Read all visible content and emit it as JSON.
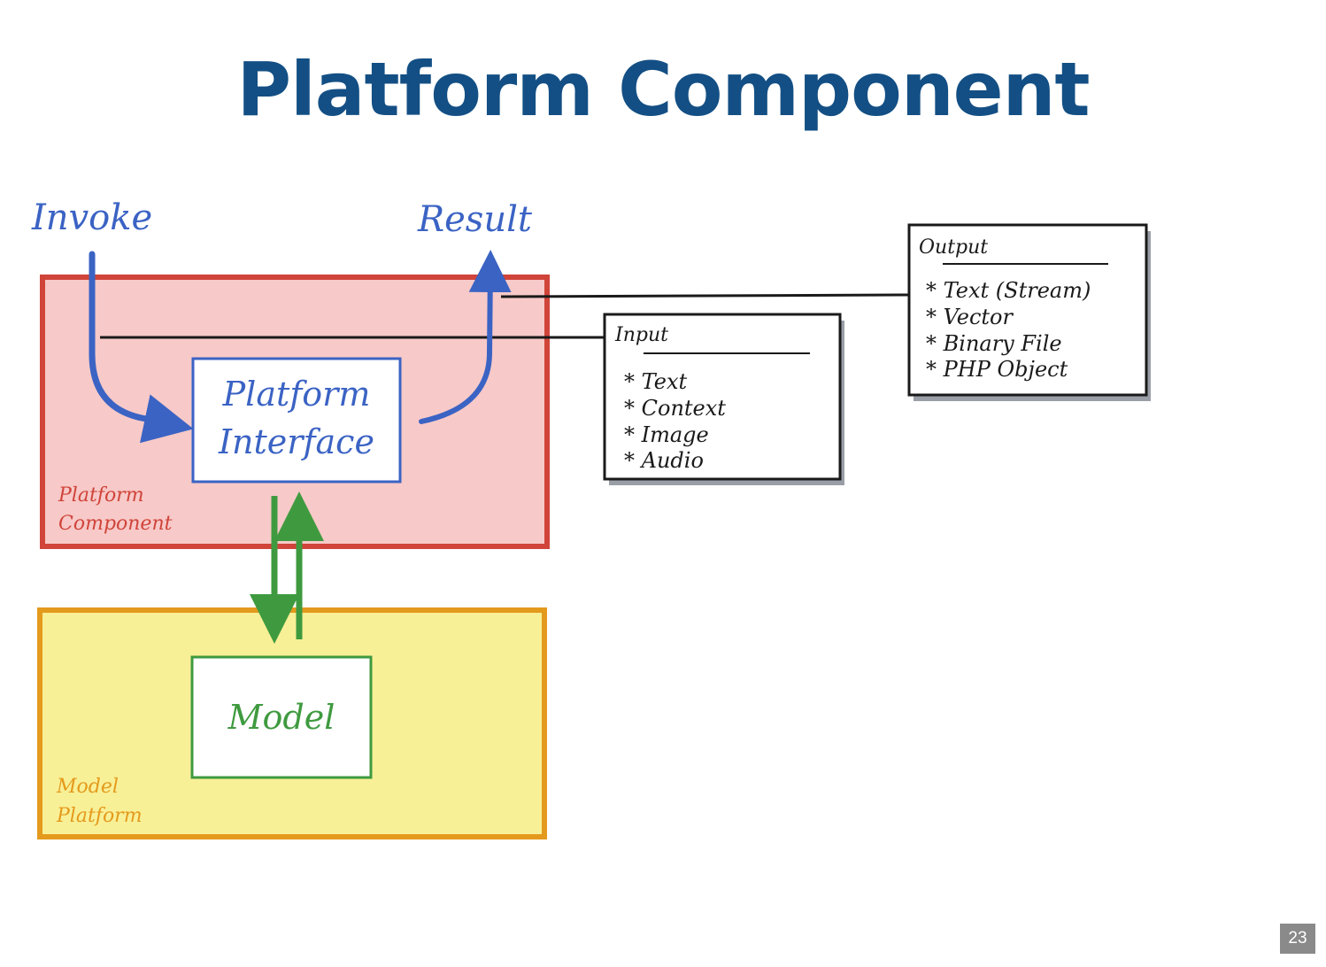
{
  "slide": {
    "title": "Platform Component",
    "page_number": "23"
  },
  "colors": {
    "title": "#134f84",
    "blue": "#3b63c4",
    "red": "#d0443a",
    "red_fill": "#f7c9c8",
    "orange": "#e49a1c",
    "yellow_fill": "#f8f097",
    "green": "#3f9a3f",
    "black": "#1a1a1a",
    "shadow": "#9a9ea6"
  },
  "diagram": {
    "invoke_label": "Invoke",
    "result_label": "Result",
    "platform_component": {
      "label_line1": "Platform",
      "label_line2": "Component"
    },
    "platform_interface": {
      "line1": "Platform",
      "line2": "Interface"
    },
    "model_platform": {
      "label_line1": "Model",
      "label_line2": "Platform"
    },
    "model": {
      "label": "Model"
    },
    "input_note": {
      "title": "Input",
      "items": [
        "* Text",
        "* Context",
        "* Image",
        "* Audio"
      ]
    },
    "output_note": {
      "title": "Output",
      "items": [
        "* Text (Stream)",
        "* Vector",
        "* Binary File",
        "* PHP Object"
      ]
    }
  }
}
